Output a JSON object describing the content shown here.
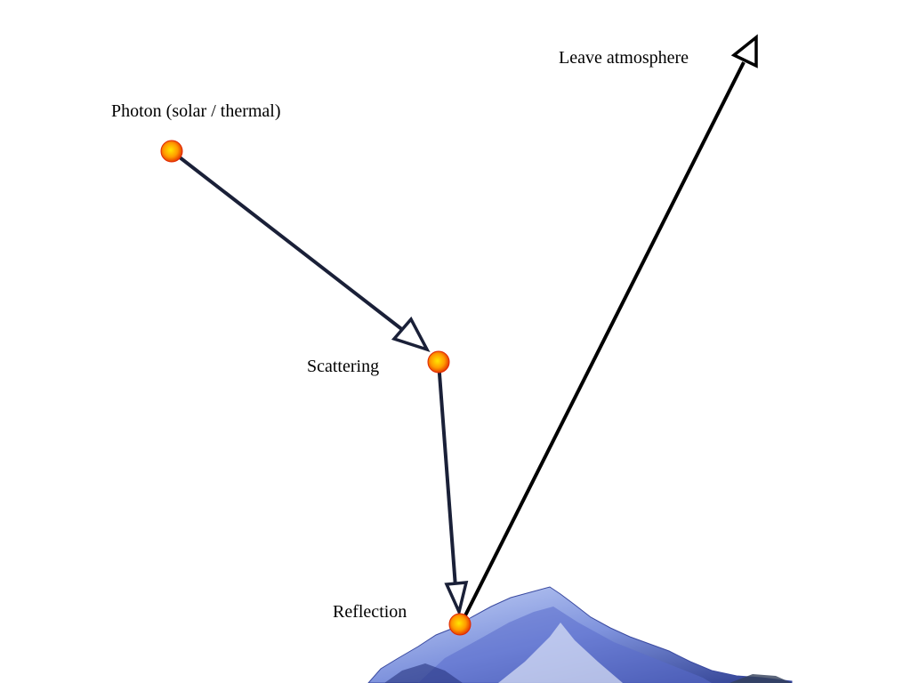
{
  "labels": {
    "photon": "Photon (solar / thermal)",
    "scattering": "Scattering",
    "reflection": "Reflection",
    "leave": "Leave atmosphere"
  },
  "colors": {
    "arrow_dark": "#1a2038",
    "arrow_black": "#000000",
    "dot_center": "#ffe600",
    "dot_edge": "#e02800",
    "mountain_light": "#c4d2f6",
    "mountain_mid": "#7f93dd",
    "mountain_dark": "#2c3c8e"
  },
  "icons": {
    "event_marker": "orange-dot-icon",
    "mountain": "mountain-icon"
  }
}
